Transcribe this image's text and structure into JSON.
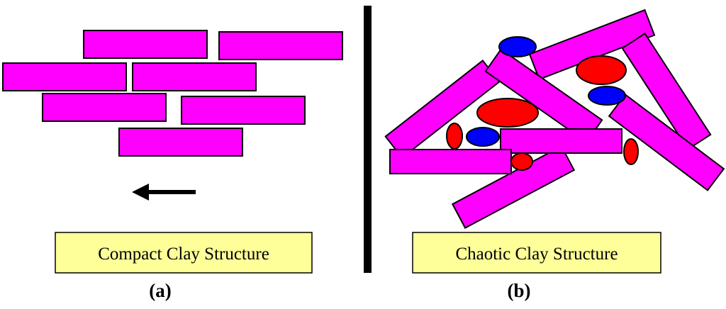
{
  "panel_a": {
    "caption": "Compact Clay Structure",
    "label": "(a)"
  },
  "panel_b": {
    "caption": "Chaotic Clay Structure",
    "label": "(b)"
  },
  "colors": {
    "clay_particle": "#ff00ff",
    "pore_water": "#ff0000",
    "pore_air": "#0000ff",
    "caption_fill": "#ffff99",
    "divider": "#000000"
  },
  "icons": {
    "direction_arrow": "left-arrow-icon"
  }
}
